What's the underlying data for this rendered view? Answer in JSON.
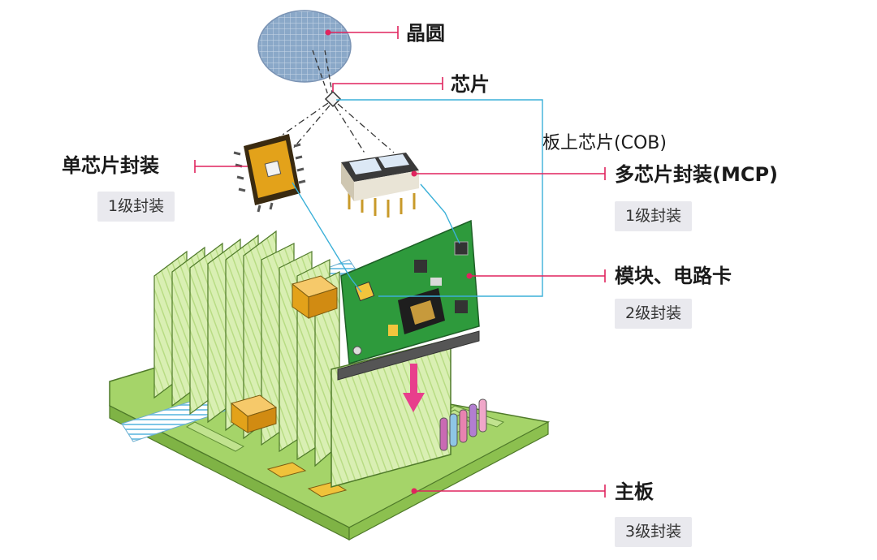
{
  "labels": {
    "wafer": "晶圆",
    "chip": "芯片",
    "cob": "板上芯片(COB)",
    "single_chip_package": "单芯片封装",
    "mcp": "多芯片封装(MCP)",
    "module_card": "模块、电路卡",
    "motherboard": "主板"
  },
  "badges": {
    "level1_left": "1级封装",
    "level1_right": "1级封装",
    "level2": "2级封装",
    "level3": "3级封装"
  },
  "colors": {
    "leader_line": "#e0245e",
    "connector_blue": "#3bb0d8",
    "board_green": "#9ccf5a",
    "pcb_green": "#2e9a3c",
    "chip_gold": "#e3a21a",
    "arrow_pink": "#e83e8c"
  }
}
